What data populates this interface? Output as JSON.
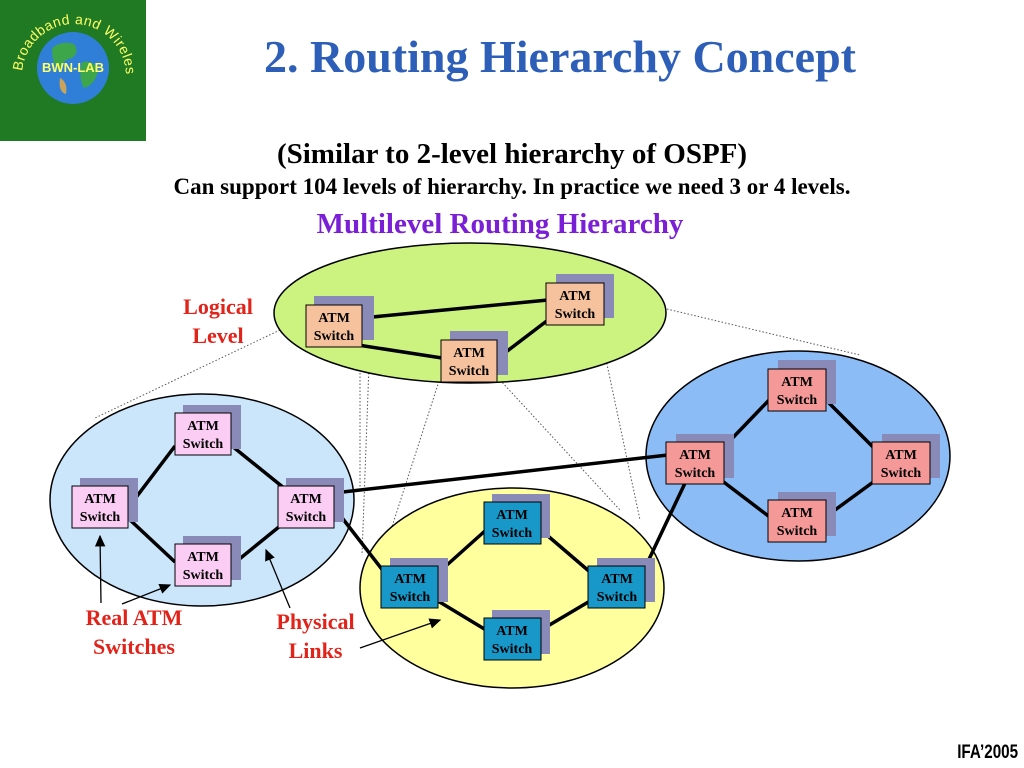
{
  "logo": {
    "arc_text": "Broadband and Wireless Networking Laboratory",
    "center_text": "BWN-LAB"
  },
  "header": {
    "title": "2. Routing Hierarchy Concept"
  },
  "subtitle": {
    "line1": "(Similar to 2-level hierarchy of OSPF)",
    "line2": "Can support 104 levels of hierarchy. In practice we need 3 or 4 levels.",
    "line3": "Multilevel Routing Hierarchy"
  },
  "switch_label": {
    "line1": "ATM",
    "line2": "Switch"
  },
  "labels": {
    "logical_level": [
      "Logical",
      "Level"
    ],
    "real_atm_switches": [
      "Real ATM",
      "Switches"
    ],
    "physical_links": [
      "Physical",
      "Links"
    ]
  },
  "footer": {
    "text": "IFA’2005"
  },
  "colors": {
    "title": "#2e5fb8",
    "purple_heading": "#7a1fd6",
    "red_label": "#e2231a",
    "green_ellipse": "#ccf37f",
    "lightblue_ellipse": "#cbe6fb",
    "blue_ellipse": "#8cbcf5",
    "yellow_ellipse": "#ffff9e",
    "switch_orange": "#f6c29d",
    "switch_pink": "#fbcdf4",
    "switch_teal": "#1898c9",
    "switch_salmon": "#f49898"
  }
}
